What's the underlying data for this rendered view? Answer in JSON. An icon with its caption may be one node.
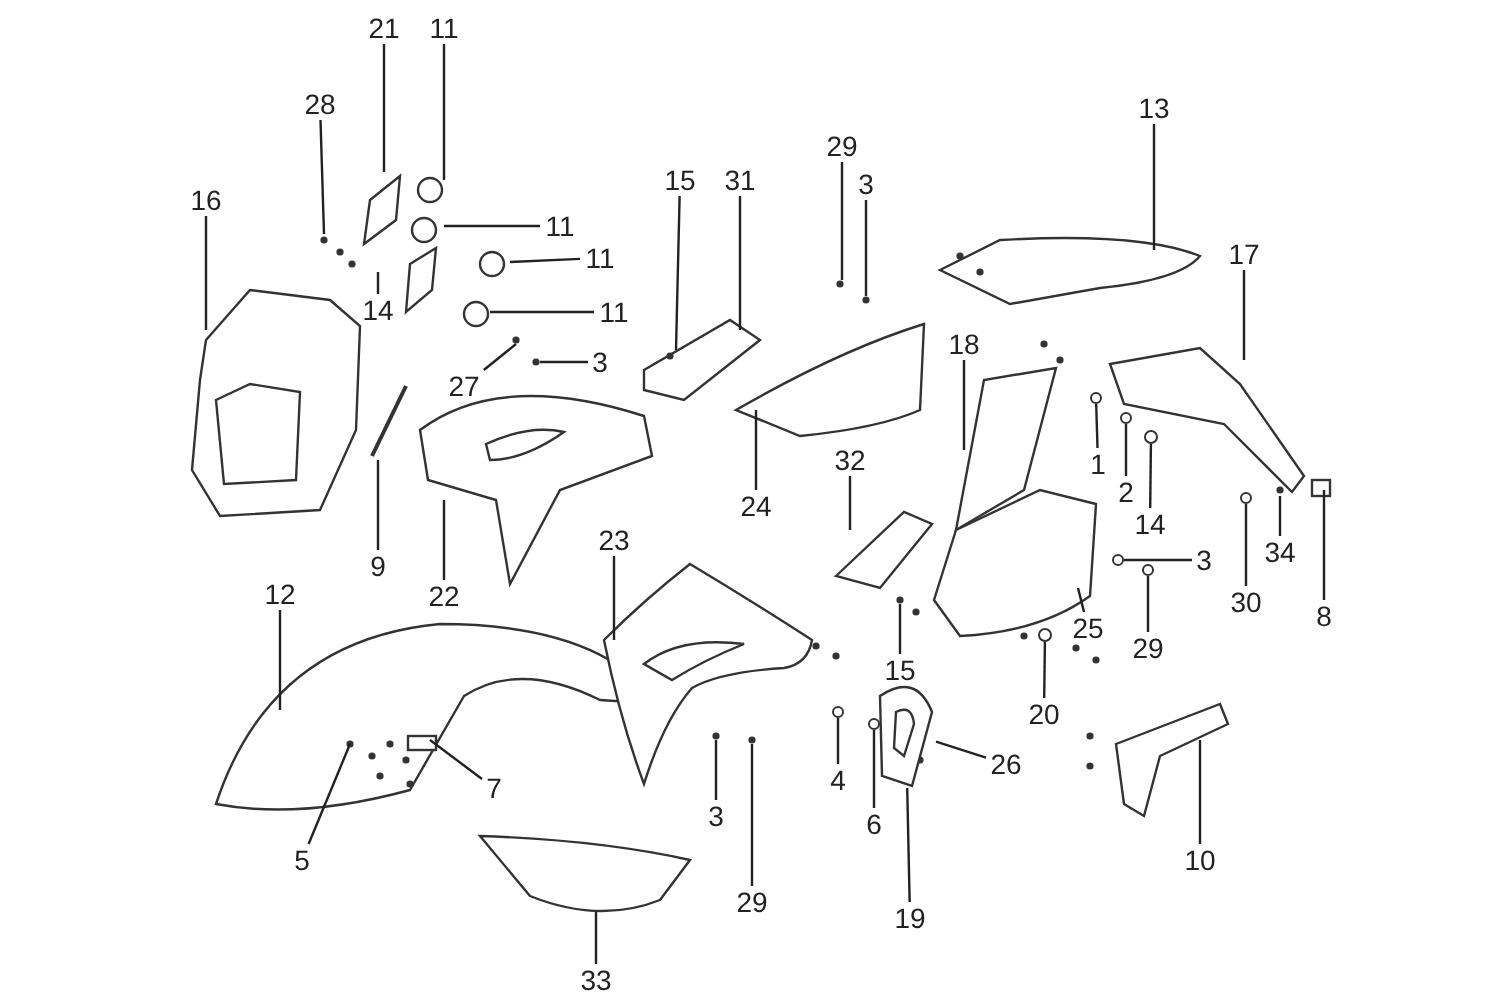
{
  "diagram": {
    "nodes": [
      {
        "text": [
          "21"
        ]
      },
      {
        "text": [
          "11"
        ]
      },
      {
        "text": [
          "13"
        ]
      },
      {
        "text": [
          "28"
        ]
      },
      {
        "text": [
          "29"
        ]
      },
      {
        "text": [
          "3"
        ]
      },
      {
        "text": [
          "15"
        ]
      },
      {
        "text": [
          "31"
        ]
      },
      {
        "text": [
          "16"
        ]
      },
      {
        "text": [
          "11"
        ]
      },
      {
        "text": [
          "17"
        ]
      },
      {
        "text": [
          "11"
        ]
      },
      {
        "text": [
          "14"
        ]
      },
      {
        "text": [
          "11"
        ]
      },
      {
        "text": [
          "18"
        ]
      },
      {
        "text": [
          "3"
        ]
      },
      {
        "text": [
          "27"
        ]
      },
      {
        "text": [
          "32"
        ]
      },
      {
        "text": [
          "1"
        ]
      },
      {
        "text": [
          "2"
        ]
      },
      {
        "text": [
          "24"
        ]
      },
      {
        "text": [
          "14"
        ]
      },
      {
        "text": [
          "23"
        ]
      },
      {
        "text": [
          "3"
        ]
      },
      {
        "text": [
          "34"
        ]
      },
      {
        "text": [
          "9"
        ]
      },
      {
        "text": [
          "12"
        ]
      },
      {
        "text": [
          "22"
        ]
      },
      {
        "text": [
          "30"
        ]
      },
      {
        "text": [
          "8"
        ]
      },
      {
        "text": [
          "25"
        ]
      },
      {
        "text": [
          "29"
        ]
      },
      {
        "text": [
          "15"
        ]
      },
      {
        "text": [
          "20"
        ]
      },
      {
        "text": [
          "26"
        ]
      },
      {
        "text": [
          "4"
        ]
      },
      {
        "text": [
          "7"
        ]
      },
      {
        "text": [
          "3"
        ]
      },
      {
        "text": [
          "6"
        ]
      },
      {
        "text": [
          "10"
        ]
      },
      {
        "text": [
          "5"
        ]
      },
      {
        "text": [
          "19"
        ]
      },
      {
        "text": [
          "29"
        ]
      },
      {
        "text": [
          "33"
        ]
      },
      {
        "text": [],
        "shape": "circle"
      },
      {
        "text": [],
        "shape": "circle"
      },
      {
        "text": [],
        "shape": "circle"
      },
      {
        "text": [],
        "shape": "circle"
      },
      {
        "text": [],
        "shape": "circle"
      },
      {
        "text": [],
        "shape": "circle"
      },
      {
        "text": [],
        "shape": "circle"
      },
      {
        "text": [],
        "shape": "picture"
      },
      {
        "text": [],
        "shape": "circle"
      },
      {
        "text": [],
        "shape": "circle"
      }
    ],
    "edges": [
      {
        "from": 0,
        "to": null,
        "arrow": "none"
      },
      {
        "from": 1,
        "to": null,
        "arrow": "none"
      },
      {
        "from": 2,
        "to": null,
        "arrow": "none"
      },
      {
        "from": 3,
        "to": null,
        "arrow": "none"
      },
      {
        "from": 4,
        "to": null,
        "arrow": "none"
      },
      {
        "from": 5,
        "to": null,
        "arrow": "none"
      },
      {
        "from": 6,
        "to": null,
        "arrow": "none"
      },
      {
        "from": 7,
        "to": null,
        "arrow": "none"
      },
      {
        "from": 8,
        "to": null,
        "arrow": "none"
      },
      {
        "from": 9,
        "to": null,
        "arrow": "none"
      },
      {
        "from": 10,
        "to": null,
        "arrow": "none"
      },
      {
        "from": 11,
        "to": null,
        "arrow": "none"
      },
      {
        "from": 12,
        "to": null,
        "arrow": "none"
      },
      {
        "from": 13,
        "to": null,
        "arrow": "none"
      },
      {
        "from": 14,
        "to": null,
        "arrow": "none"
      },
      {
        "from": 15,
        "to": null,
        "arrow": "none"
      },
      {
        "from": 16,
        "to": null,
        "arrow": "none"
      },
      {
        "from": 17,
        "to": null,
        "arrow": "none"
      },
      {
        "from": 18,
        "to": 52,
        "arrow": "none"
      },
      {
        "from": 19,
        "to": 44,
        "arrow": "none"
      },
      {
        "from": 20,
        "to": null,
        "arrow": "none"
      },
      {
        "from": 21,
        "to": 45,
        "arrow": "none"
      },
      {
        "from": 22,
        "to": null,
        "arrow": "none"
      },
      {
        "from": 23,
        "to": 46,
        "arrow": "none"
      },
      {
        "from": 24,
        "to": null,
        "arrow": "none"
      },
      {
        "from": 25,
        "to": null,
        "arrow": "none"
      },
      {
        "from": 26,
        "to": null,
        "arrow": "none"
      },
      {
        "from": 27,
        "to": null,
        "arrow": "none"
      },
      {
        "from": 28,
        "to": 47,
        "arrow": "none"
      },
      {
        "from": 29,
        "to": null,
        "arrow": "none"
      },
      {
        "from": 30,
        "to": null,
        "arrow": "none"
      },
      {
        "from": 31,
        "to": 48,
        "arrow": "none"
      },
      {
        "from": 32,
        "to": null,
        "arrow": "none"
      },
      {
        "from": 33,
        "to": 49,
        "arrow": "none"
      },
      {
        "from": 34,
        "to": 51,
        "arrow": "none"
      },
      {
        "from": 35,
        "to": 53,
        "arrow": "none"
      },
      {
        "from": 36,
        "to": null,
        "arrow": "none"
      },
      {
        "from": 37,
        "to": null,
        "arrow": "none"
      },
      {
        "from": 38,
        "to": 50,
        "arrow": "none"
      },
      {
        "from": 39,
        "to": null,
        "arrow": "none"
      },
      {
        "from": 40,
        "to": null,
        "arrow": "none"
      },
      {
        "from": 41,
        "to": 51,
        "arrow": "none"
      },
      {
        "from": 42,
        "to": null,
        "arrow": "none"
      },
      {
        "from": 43,
        "to": null,
        "arrow": "none"
      }
    ]
  }
}
